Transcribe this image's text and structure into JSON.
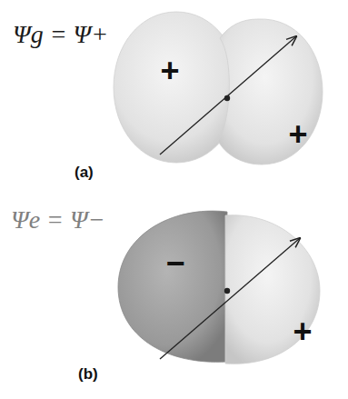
{
  "diagram": {
    "nodes": [
      {
        "text": [
          "+"
        ]
      },
      {
        "text": [
          "+"
        ]
      },
      {
        "text": [
          "−"
        ]
      },
      {
        "text": [
          "+"
        ]
      }
    ],
    "labels": [
      "Ψg = Ψ+",
      "(a)",
      "Ψe = Ψ−",
      "(b)"
    ]
  }
}
